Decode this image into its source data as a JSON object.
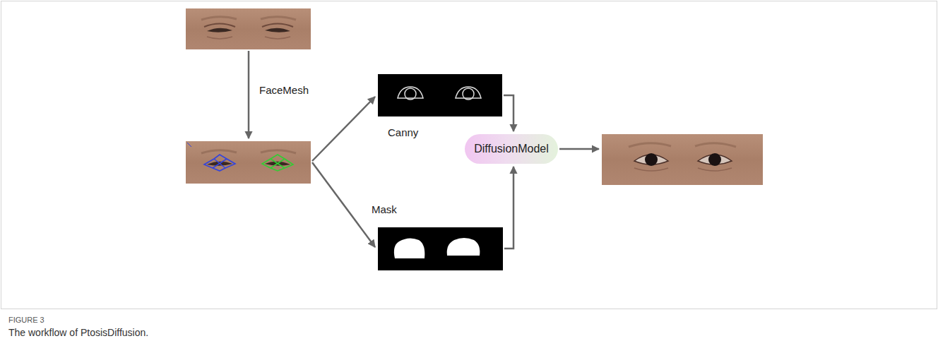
{
  "diagram": {
    "caption": "The workflow of PtosisDiffusion.",
    "nodes": [
      {
        "text": [
          "DiffusionModel"
        ]
      }
    ],
    "labels": [
      "FaceMesh",
      "Canny",
      "Mask",
      "FIGURE 3"
    ]
  }
}
